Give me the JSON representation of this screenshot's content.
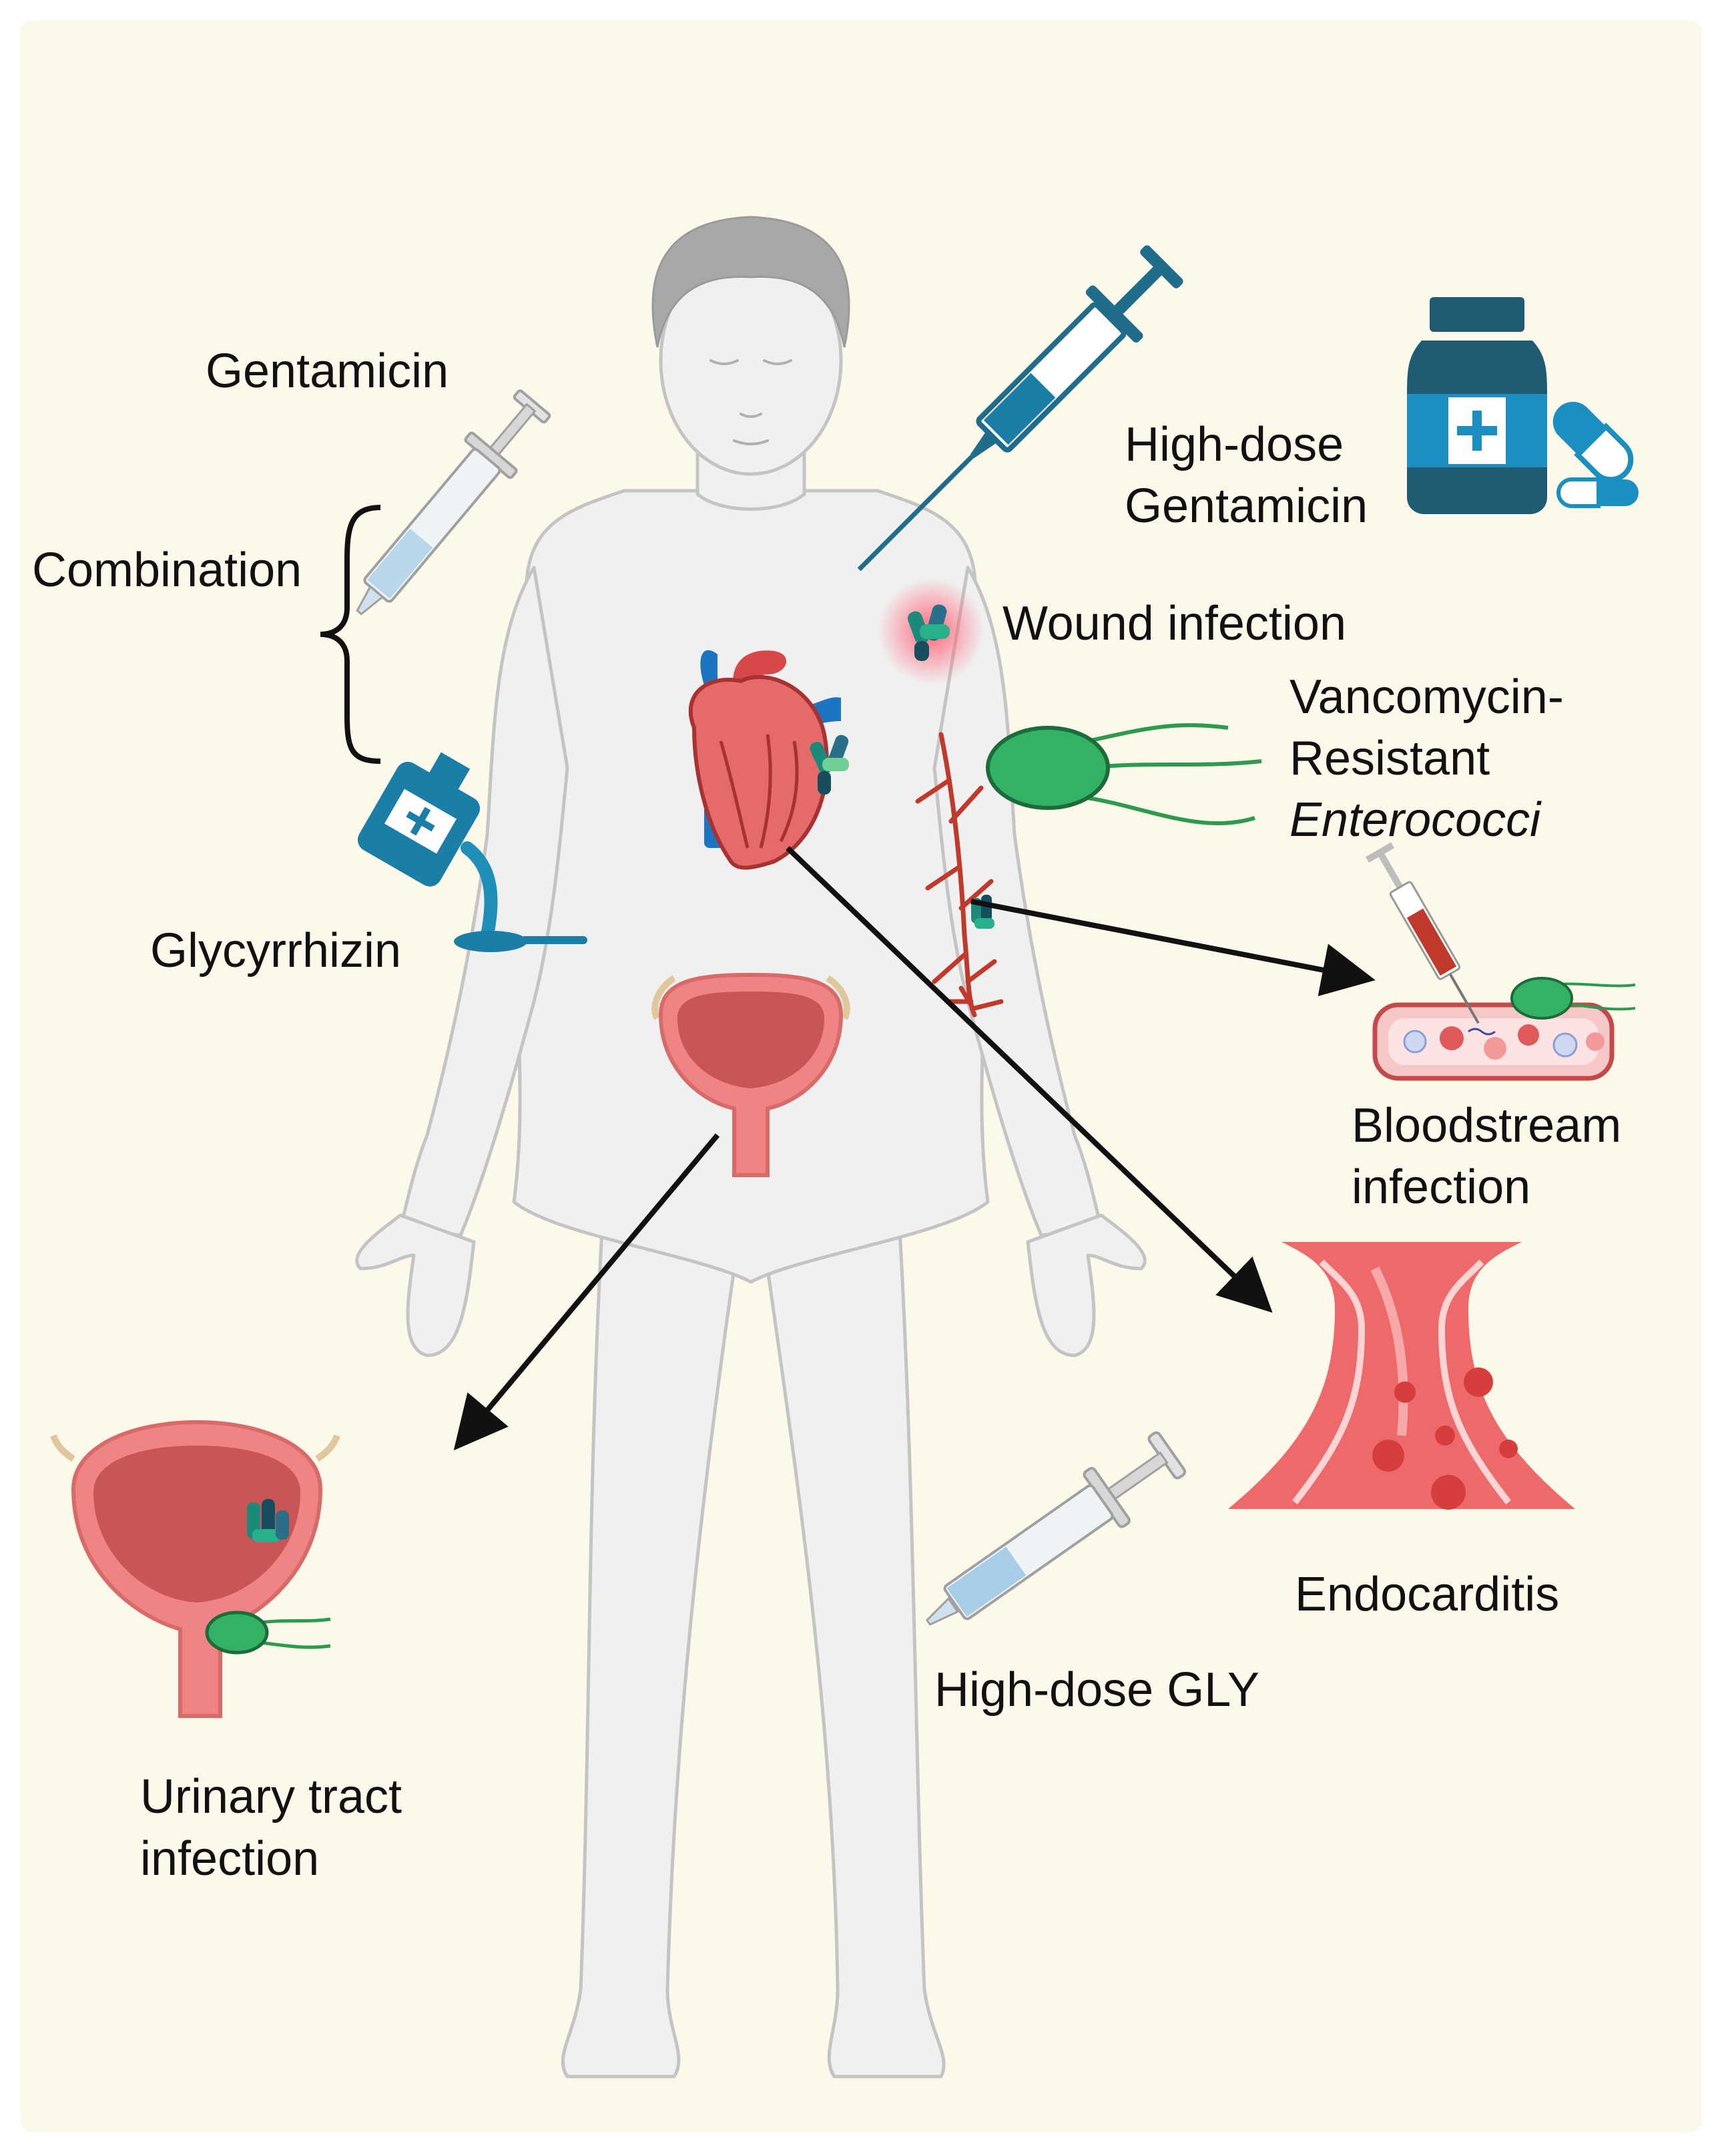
{
  "labels": {
    "gentamicin": "Gentamicin",
    "combination": "Combination",
    "glycyrrhizin": "Glycyrrhizin",
    "high_dose_gentamicin_line1": "High-dose",
    "high_dose_gentamicin_line2": "Gentamicin",
    "wound_infection": "Wound infection",
    "vre_line1": "Vancomycin-",
    "vre_line2": "Resistant",
    "vre_line3": "Enterococci",
    "bloodstream_line1": "Bloodstream",
    "bloodstream_line2": "infection",
    "endocarditis": "Endocarditis",
    "high_dose_gly": "High-dose GLY",
    "uti_line1": "Urinary tract",
    "uti_line2": "infection"
  },
  "icons": [
    "human-body-icon",
    "syringe-icon",
    "medicine-bottle-icon",
    "capsule-icon",
    "syrup-bottle-icon",
    "spoon-icon",
    "heart-icon",
    "bladder-icon",
    "bacterium-icon",
    "blood-vessel-icon",
    "artery-vegetation-icon",
    "virus-icon",
    "wound-icon",
    "bacteria-cluster-icon",
    "vein-icon"
  ],
  "colors": {
    "background": "#fcf9ea",
    "body": "#f0f0f0",
    "body_outline": "#c4c4c4",
    "drug_blue": "#15779c",
    "drug_dark": "#1f5b72",
    "bacterium_green": "#2fa35a",
    "tissue_red": "#e85a5a",
    "arrow": "#111111"
  }
}
